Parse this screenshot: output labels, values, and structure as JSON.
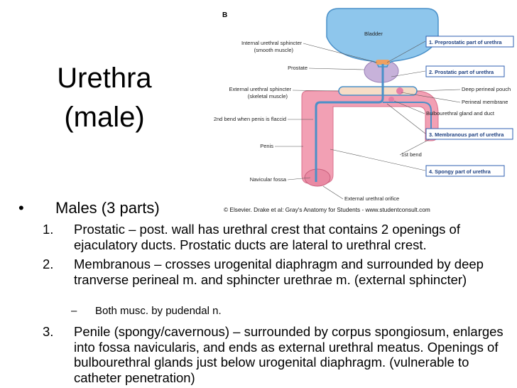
{
  "title": {
    "line1": "Urethra",
    "line2": "(male)"
  },
  "figure": {
    "panel_letter": "B",
    "labels": {
      "bladder": "Bladder",
      "internal_sphincter_1": "Internal urethral sphincter",
      "internal_sphincter_2": "(smooth muscle)",
      "prostate": "Prostate",
      "external_sphincter_1": "External urethral sphincter",
      "external_sphincter_2": "(skeletal muscle)",
      "second_bend": "2nd bend when penis is flaccid",
      "penis": "Penis",
      "navicular_fossa": "Navicular fossa",
      "external_orifice": "External urethral orifice",
      "deep_pouch": "Deep perineal pouch",
      "perineal_membrane": "Perineal membrane",
      "bulbourethral": "Bulbourethral gland and duct",
      "first_bend": "1st bend",
      "box1": "1. Preprostatic part of urethra",
      "box2": "2. Prostatic part of urethra",
      "box3": "3. Membranous part of urethra",
      "box4": "4. Spongy part of urethra"
    },
    "credit": "© Elsevier. Drake et al: Gray's Anatomy for Students - www.studentconsult.com"
  },
  "content": {
    "bullet_symbol": "•",
    "main_point": "Males (3 parts)",
    "items": [
      {
        "num": "1.",
        "text": "Prostatic – post. wall has urethral crest that contains 2 openings of ejaculatory ducts. Prostatic ducts are lateral to urethral crest."
      },
      {
        "num": "2.",
        "text": "Membranous – crosses urogenital diaphragm and surrounded by deep tranverse perineal m. and sphincter urethrae m. (external sphincter)"
      },
      {
        "num": "3.",
        "text": "Penile (spongy/cavernous) – surrounded by corpus spongiosum, enlarges into fossa navicularis, and ends as external urethral meatus.  Openings of bulbourethral glands just below urogenital diaphragm. (vulnerable to catheter penetration)"
      }
    ],
    "sub_point": {
      "dash": "–",
      "text": "Both musc. by pudendal n."
    }
  },
  "colors": {
    "bladder": "#8ec6ec",
    "bladder_edge": "#4a90c8",
    "penis": "#f2a0b4",
    "prostate": "#c7b2da",
    "box_border": "#2f5fb0",
    "accent": "#2f5fb0"
  }
}
